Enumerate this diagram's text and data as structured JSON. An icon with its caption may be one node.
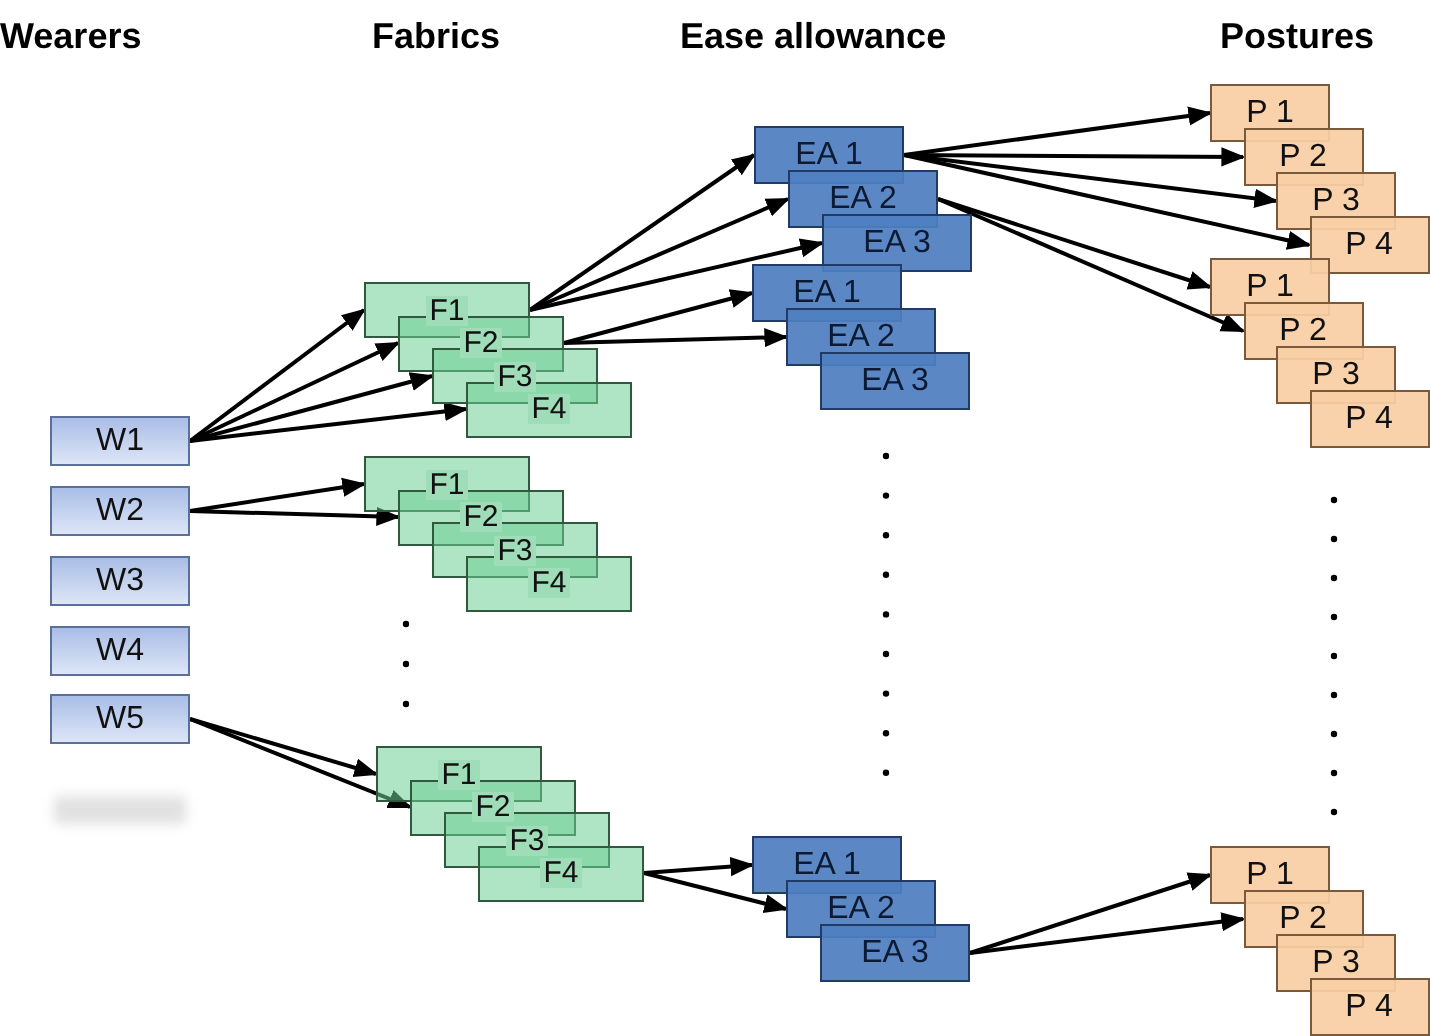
{
  "diagram": {
    "nodes": [
      {
        "text": [
          "W1"
        ]
      },
      {
        "text": [
          "W2"
        ]
      },
      {
        "text": [
          "W3"
        ]
      },
      {
        "text": [
          "W4"
        ]
      },
      {
        "text": [
          "W5"
        ]
      },
      {
        "text": [],
        "shape": "box"
      },
      {
        "text": [
          "F1"
        ]
      },
      {
        "text": [
          "F2"
        ]
      },
      {
        "text": [
          "F3"
        ]
      },
      {
        "text": [
          "F4"
        ]
      },
      {
        "text": [
          "F1"
        ]
      },
      {
        "text": [
          "F2"
        ]
      },
      {
        "text": [
          "F3"
        ]
      },
      {
        "text": [
          "F4"
        ]
      },
      {
        "text": [
          "F1"
        ]
      },
      {
        "text": [
          "F2"
        ]
      },
      {
        "text": [
          "F3"
        ]
      },
      {
        "text": [
          "F4"
        ]
      },
      {
        "text": [
          "EA 1"
        ]
      },
      {
        "text": [
          "EA 2"
        ]
      },
      {
        "text": [
          "EA 3"
        ]
      },
      {
        "text": [
          "EA 1"
        ]
      },
      {
        "text": [
          "EA 2"
        ]
      },
      {
        "text": [
          "EA 3"
        ]
      },
      {
        "text": [
          "EA 1"
        ]
      },
      {
        "text": [
          "EA 2"
        ]
      },
      {
        "text": [
          "EA 3"
        ]
      },
      {
        "text": [
          "P 1"
        ]
      },
      {
        "text": [
          "P 2"
        ]
      },
      {
        "text": [
          "P 3"
        ]
      },
      {
        "text": [
          "P 4"
        ]
      },
      {
        "text": [
          "P 1"
        ]
      },
      {
        "text": [
          "P 2"
        ]
      },
      {
        "text": [
          "P 3"
        ]
      },
      {
        "text": [
          "P 4"
        ]
      },
      {
        "text": [
          "P 1"
        ]
      },
      {
        "text": [
          "P 2"
        ]
      },
      {
        "text": [
          "P 3"
        ]
      },
      {
        "text": [
          "P 4"
        ]
      }
    ],
    "edges": [
      {
        "from": 0,
        "to": 6,
        "arrow": "to"
      },
      {
        "from": 0,
        "to": 7,
        "arrow": "to"
      },
      {
        "from": 0,
        "to": 8,
        "arrow": "to"
      },
      {
        "from": 0,
        "to": 9,
        "arrow": "to"
      },
      {
        "from": 1,
        "to": 10,
        "arrow": "to"
      },
      {
        "from": 1,
        "to": 11,
        "arrow": "to"
      },
      {
        "from": 4,
        "to": 14,
        "arrow": "to"
      },
      {
        "from": 4,
        "to": 15,
        "arrow": "to"
      },
      {
        "from": 6,
        "to": 18,
        "arrow": "to"
      },
      {
        "from": 6,
        "to": 19,
        "arrow": "to"
      },
      {
        "from": 6,
        "to": 20,
        "arrow": "to"
      },
      {
        "from": 7,
        "to": 21,
        "arrow": "to"
      },
      {
        "from": 7,
        "to": 22,
        "arrow": "to"
      },
      {
        "from": 17,
        "to": 24,
        "arrow": "to"
      },
      {
        "from": 17,
        "to": 25,
        "arrow": "to"
      },
      {
        "from": 18,
        "to": 27,
        "arrow": "to"
      },
      {
        "from": 18,
        "to": 28,
        "arrow": "to"
      },
      {
        "from": 18,
        "to": 29,
        "arrow": "to"
      },
      {
        "from": 18,
        "to": 30,
        "arrow": "to"
      },
      {
        "from": 19,
        "to": 31,
        "arrow": "to"
      },
      {
        "from": 19,
        "to": 32,
        "arrow": "to"
      },
      {
        "from": 26,
        "to": 35,
        "arrow": "to"
      },
      {
        "from": 26,
        "to": 36,
        "arrow": "to"
      }
    ],
    "labels": [
      "Wearers",
      "Fabrics",
      "Ease allowance",
      "Postures"
    ]
  }
}
